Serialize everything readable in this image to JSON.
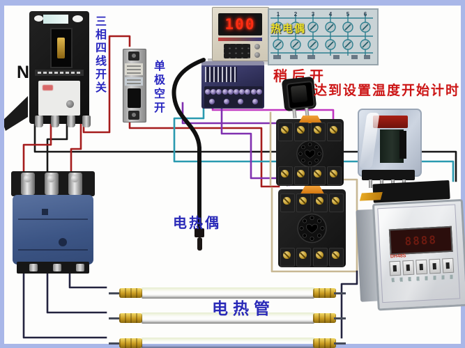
{
  "labels": {
    "neutral": "N",
    "main_switch": "三相四线开关",
    "breaker": "单极空开",
    "panel_thermocouple": "热电偶",
    "delay_on": "稍后开",
    "timing_note": "达到设置温度开始计时",
    "thermocouple_probe": "电热偶",
    "heating_tube": "电热管"
  },
  "controller": {
    "display": "100"
  },
  "timer": {
    "model": "DH48S",
    "display": "8888"
  },
  "terminal_diagram": {
    "columns": [
      "1",
      "2",
      "3",
      "4",
      "5",
      "6"
    ]
  },
  "colors": {
    "frame_border": "#a9b7e8",
    "label_blue": "#2a28c0",
    "label_red": "#cc1515",
    "label_yellow": "#ece22a",
    "led_red": "#ff2d12",
    "wire_red": "#a51c1c",
    "wire_black": "#161616",
    "wire_cyan": "#2a9ab0",
    "wire_magenta": "#c035c0",
    "wire_purple": "#8030b0",
    "wire_tan": "#c8b894",
    "wire_navy": "#23233f",
    "socket_clip_orange": "#e8891e"
  }
}
